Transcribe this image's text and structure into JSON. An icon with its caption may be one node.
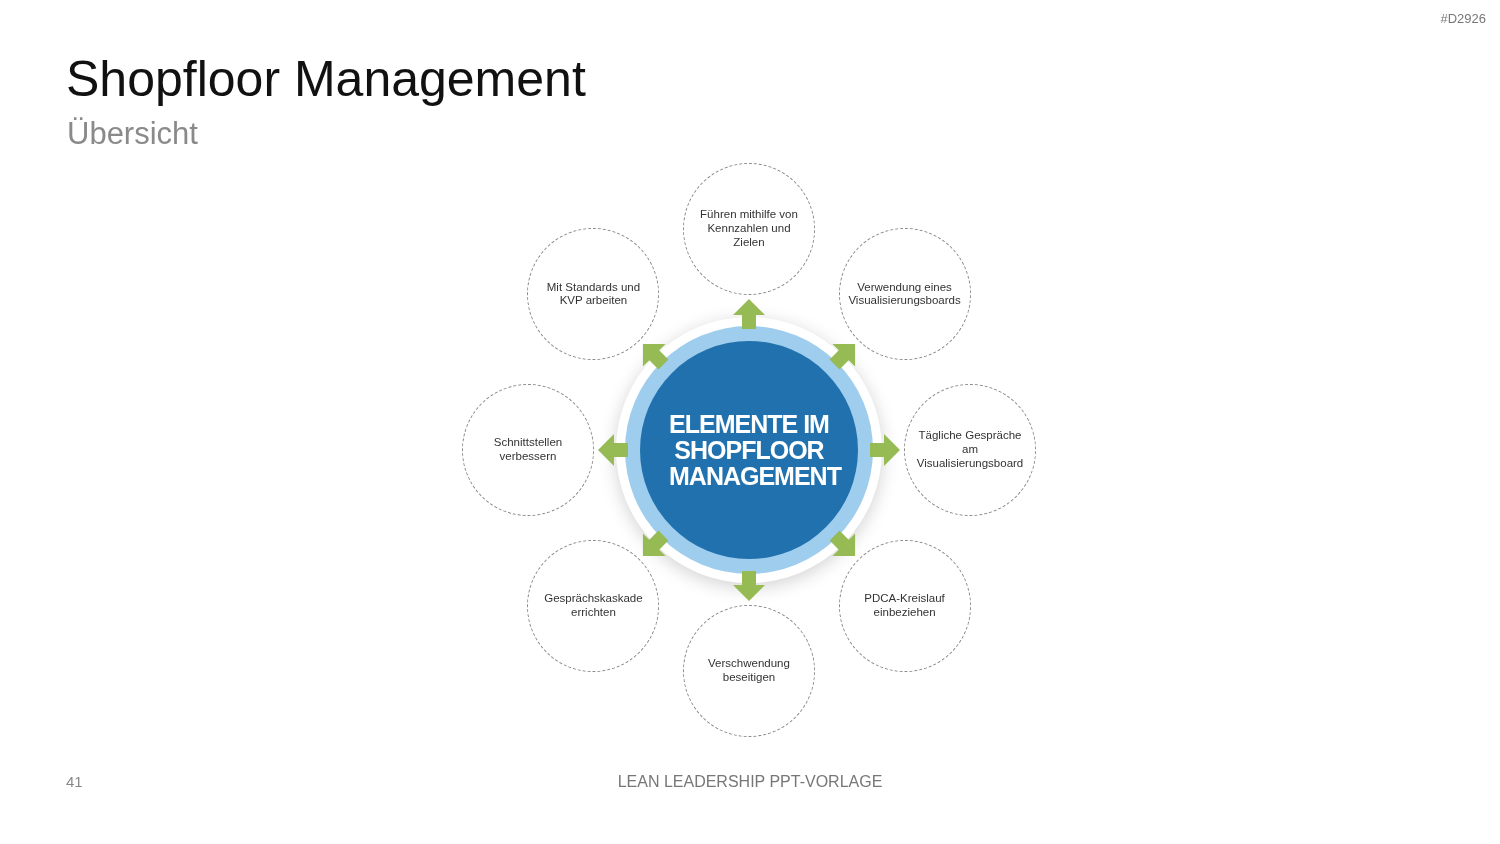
{
  "diagram": {
    "title": "Shopfloor Management",
    "nodes": [
      {
        "text": [
          "ELEMENTE IM SHOPFLOOR MANAGEMENT"
        ]
      },
      {
        "text": [
          "Führen mithilfe von Kennzahlen und Zielen"
        ]
      },
      {
        "text": [
          "Verwendung eines Visualisierungsboards"
        ]
      },
      {
        "text": [
          "Tägliche Gespräche am Visualisierungsboard"
        ]
      },
      {
        "text": [
          "PDCA-Kreislauf einbeziehen"
        ]
      },
      {
        "text": [
          "Verschwendung beseitigen"
        ]
      },
      {
        "text": [
          "Gesprächskaskade errichten"
        ]
      },
      {
        "text": [
          "Schnittstellen verbessern"
        ]
      },
      {
        "text": [
          "Mit Standards und KVP arbeiten"
        ]
      }
    ],
    "edges": [
      {
        "from": 0,
        "to": 1,
        "arrow": "to"
      },
      {
        "from": 0,
        "to": 2,
        "arrow": "to"
      },
      {
        "from": 0,
        "to": 3,
        "arrow": "to"
      },
      {
        "from": 0,
        "to": 4,
        "arrow": "to"
      },
      {
        "from": 0,
        "to": 5,
        "arrow": "to"
      },
      {
        "from": 0,
        "to": 6,
        "arrow": "to"
      },
      {
        "from": 0,
        "to": 7,
        "arrow": "to"
      },
      {
        "from": 0,
        "to": 8,
        "arrow": "to"
      }
    ],
    "labels": [
      "#D2926",
      "Übersicht",
      "41",
      "LEAN LEADERSHIP PPT-VORLAGE"
    ]
  }
}
